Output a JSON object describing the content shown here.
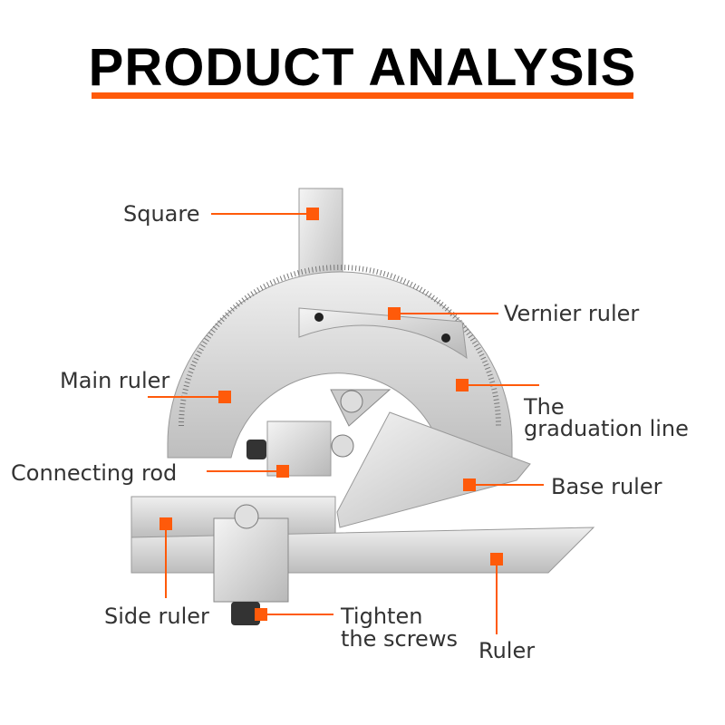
{
  "title": "PRODUCT ANALYSIS",
  "accent_color": "#ff5a0a",
  "labels": {
    "square": "Square",
    "vernier_ruler": "Vernier ruler",
    "main_ruler": "Main ruler",
    "graduation_line_1": "The",
    "graduation_line_2": "graduation line",
    "connecting_rod": "Connecting rod",
    "base_ruler": "Base ruler",
    "side_ruler": "Side ruler",
    "tighten_1": "Tighten",
    "tighten_2": "the screws",
    "ruler": "Ruler"
  }
}
